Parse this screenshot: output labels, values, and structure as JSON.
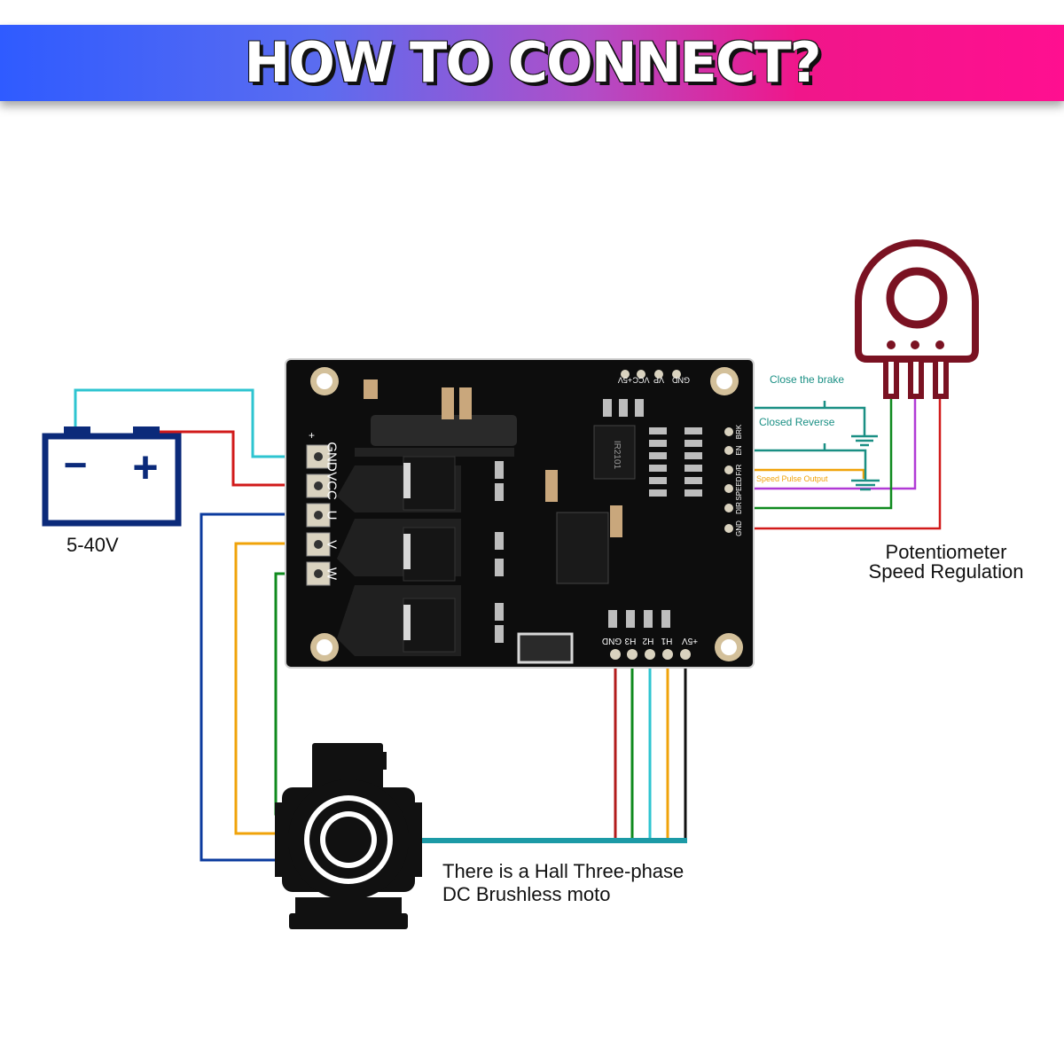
{
  "banner": {
    "title": "HOW TO CONNECT?"
  },
  "battery": {
    "voltage_label": "5-40V",
    "minus": "−",
    "plus": "+"
  },
  "board": {
    "power_terminals": [
      "GND",
      "VCC",
      "U",
      "V",
      "W"
    ],
    "plus_mark": "+",
    "top_header": [
      "VP",
      "VCC",
      "+5V",
      "GND"
    ],
    "control_header": [
      "BRK",
      "EN",
      "F/R",
      "SPEED",
      "DIR",
      "GND"
    ],
    "hall_header": [
      "GND",
      "H3",
      "H2",
      "H1",
      "+5V"
    ],
    "chip_label": "IR2101"
  },
  "annotations": {
    "brake": "Close the brake",
    "reverse": "Closed Reverse",
    "speed_pulse": "Speed Pulse Output"
  },
  "potentiometer": {
    "label_line1": "Potentiometer",
    "label_line2": "Speed Regulation"
  },
  "motor": {
    "label_line1": "There is a Hall Three-phase",
    "label_line2": "DC Brushless moto"
  },
  "colors": {
    "gnd_wire": "#2ec4d0",
    "vcc_wire": "#d11a1a",
    "u_wire": "#0a3a9e",
    "v_wire": "#f0a30a",
    "w_wire": "#0f8a1e",
    "pot": "#7a1222",
    "battery": "#0b2a7a",
    "annot_teal": "#1a8f84",
    "annot_orange": "#f0a30a",
    "purple_wire": "#b13ad6"
  }
}
